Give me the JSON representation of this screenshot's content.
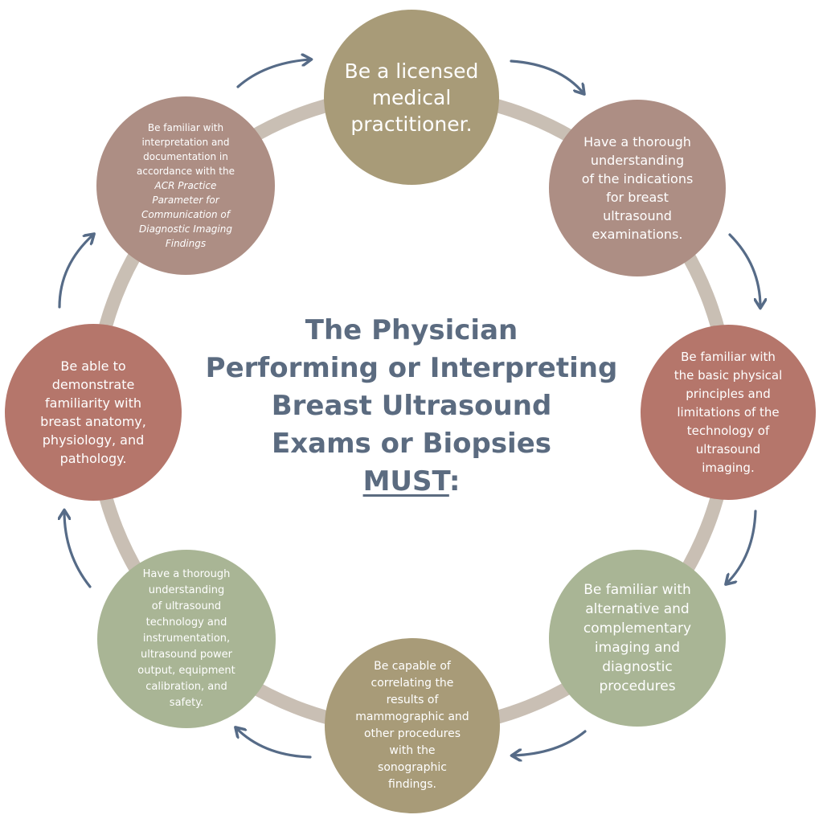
{
  "title": {
    "lines": [
      "The Physician",
      "Performing or Interpreting",
      "Breast Ultrasound",
      "Exams or Biopsies"
    ],
    "emphasis": "MUST",
    "suffix": ":"
  },
  "colors": {
    "ring": "#c9bfb4",
    "arrow": "#566b87",
    "title": "#5b6b80",
    "khaki": "#a89b78",
    "mauve": "#ad8e84",
    "terracotta": "#b5766b",
    "sage": "#a9b595"
  },
  "nodes": [
    {
      "id": "licensed",
      "color": "#a89b78",
      "lines": [
        "Be a licensed",
        "medical",
        "practitioner."
      ]
    },
    {
      "id": "indications",
      "color": "#ad8e84",
      "lines": [
        "Have a thorough",
        "understanding",
        "of the indications",
        "for breast",
        "ultrasound",
        "examinations."
      ]
    },
    {
      "id": "physical-principles",
      "color": "#b5766b",
      "lines": [
        "Be familiar with",
        "the basic physical",
        "principles and",
        "limitations of the",
        "technology of",
        "ultrasound",
        "imaging."
      ]
    },
    {
      "id": "alternative-imaging",
      "color": "#a9b595",
      "lines": [
        "Be familiar with",
        "alternative and",
        "complementary",
        "imaging and",
        "diagnostic",
        "procedures"
      ]
    },
    {
      "id": "correlating",
      "color": "#a89b78",
      "lines": [
        "Be capable of",
        "correlating the",
        "results of",
        "mammographic and",
        "other procedures",
        "with the",
        "sonographic",
        "findings."
      ]
    },
    {
      "id": "technology",
      "color": "#a9b595",
      "lines": [
        "Have a thorough",
        "understanding",
        "of ultrasound",
        "technology and",
        "instrumentation,",
        "ultrasound power",
        "output, equipment",
        "calibration, and",
        "safety."
      ]
    },
    {
      "id": "anatomy",
      "color": "#b5766b",
      "lines": [
        "Be able to",
        "demonstrate",
        "familiarity with",
        "breast anatomy,",
        "physiology, and",
        "pathology."
      ]
    },
    {
      "id": "interpretation",
      "color": "#ad8e84",
      "lines": [
        "Be familiar with",
        "interpretation and",
        "documentation in",
        "accordance with the"
      ],
      "italic_lines": [
        "ACR Practice",
        "Parameter for",
        "Communication of",
        "Diagnostic Imaging",
        "Findings"
      ]
    }
  ]
}
